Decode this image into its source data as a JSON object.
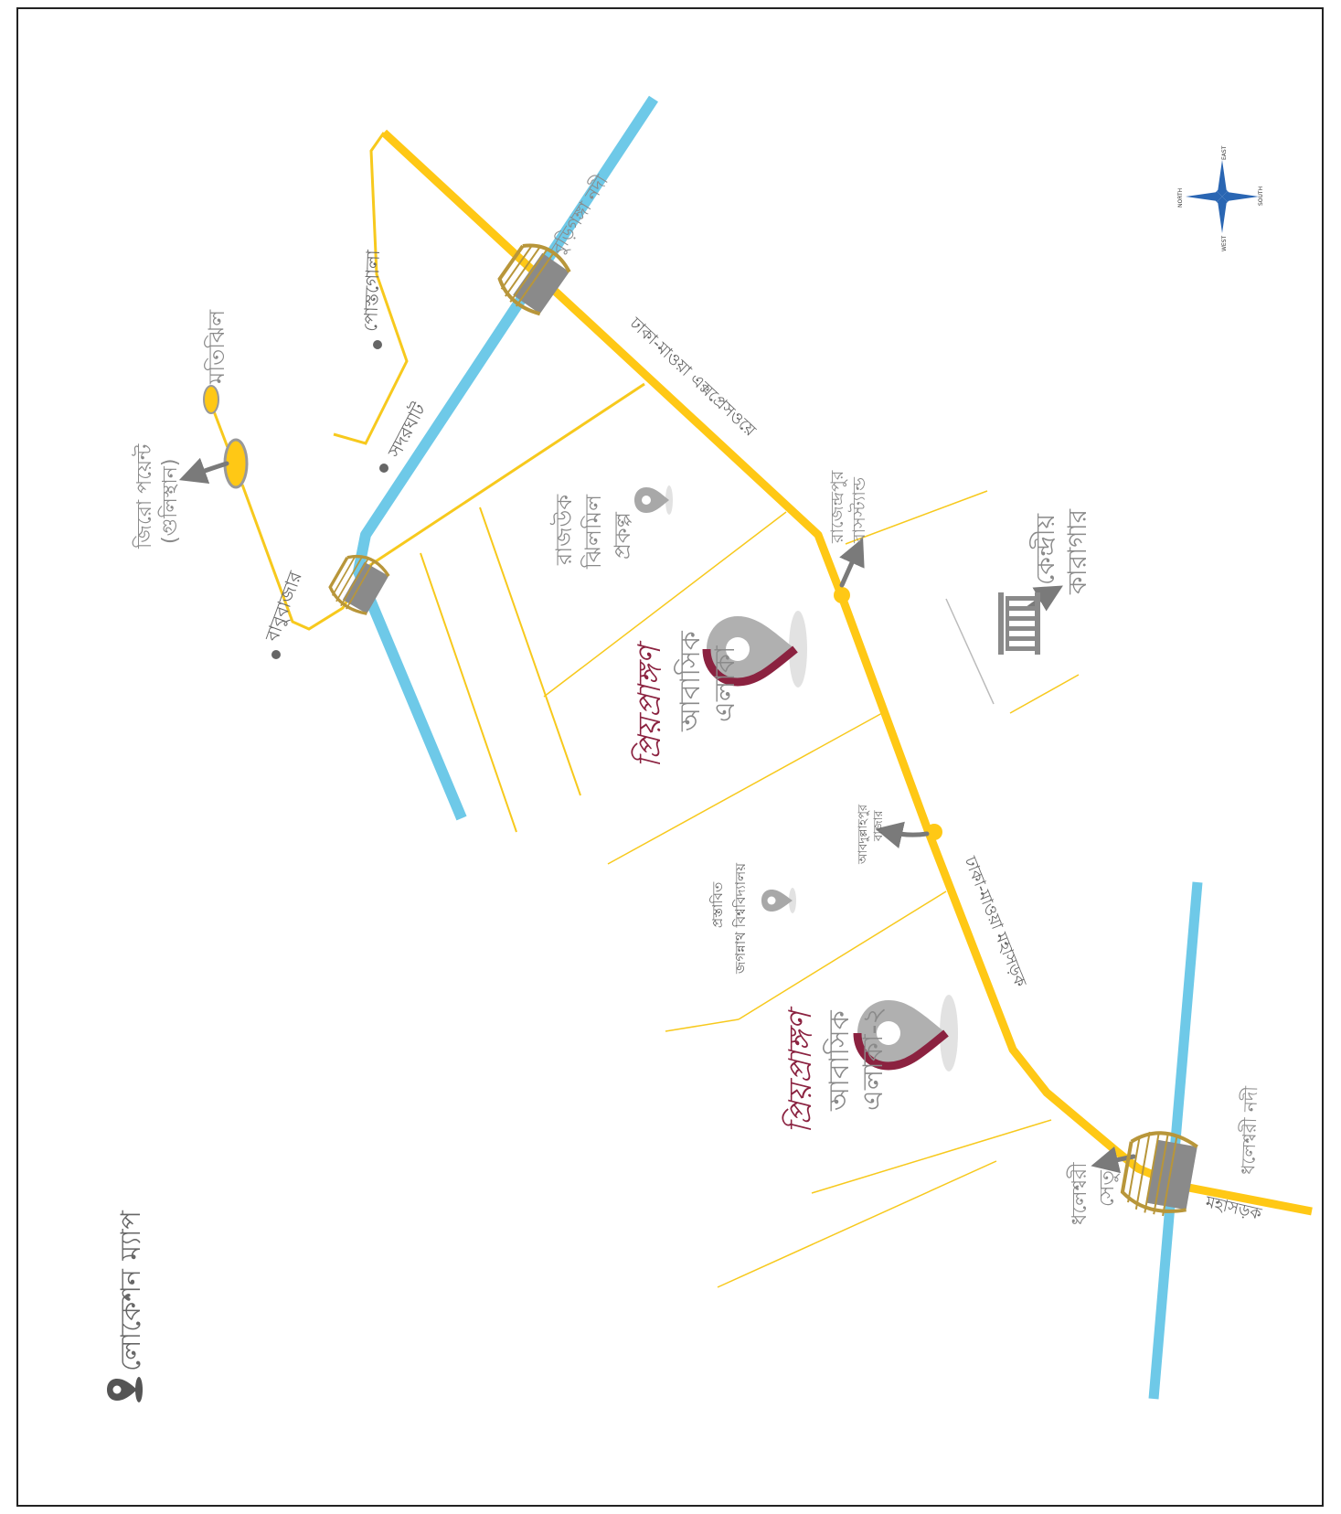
{
  "title": "লোকেশন ম্যাপ",
  "colors": {
    "road": "#ffc815",
    "road_thin": "#f7c91d",
    "river": "#6ec9e8",
    "label": "#8a8a8a",
    "brand": "#8b2240",
    "pin_gray": "#a8a8a8"
  },
  "rivers": {
    "buriganga": "বুড়িগঙ্গা নদী",
    "dhaleshwari": "ধলেশ্বরী নদী"
  },
  "roads": {
    "mawa_expressway": "ঢাকা-মাওয়া এক্সপ্রেসওয়ে",
    "dhaka_mawa_highway": "ঢাকা-মাওয়া মহাসড়ক",
    "highway": "মহাসড়ক"
  },
  "places": {
    "motijheel": "মতিঝিল",
    "zero_point_line1": "জিরো পয়েন্ট",
    "zero_point_line2": "(গুলিস্থান)",
    "babubazar": "বাবুবাজার",
    "sadarghat": "সদরঘাট",
    "postogola": "পোস্তগোলা",
    "rajuk_line1": "রাজউক",
    "rajuk_line2": "ঝিলমিল",
    "rajuk_line3": "প্রকল্প",
    "rajendrapur_line1": "রাজেন্দ্রপুর",
    "rajendrapur_line2": "বাসস্ট্যান্ড",
    "central_jail_line1": "কেন্দ্রীয়",
    "central_jail_line2": "কারাগার",
    "abdullahpur_line1": "আবদুল্লাহপুর",
    "abdullahpur_line2": "বাজার",
    "jagannath_line1": "প্রস্তাবিত",
    "jagannath_line2": "জগন্নাথ বিশ্ববিদ্যালয়",
    "dhaleshwari_bridge_line1": "ধলেশ্বরী",
    "dhaleshwari_bridge_line2": "সেতু"
  },
  "projects": {
    "brand": "প্রিয়প্রাঙ্গণ",
    "area1_line1": "আবাসিক",
    "area1_line2": "এলাকা",
    "area2_line1": "আবাসিক",
    "area2_line2": "এলাকা-২"
  },
  "compass": {
    "north": "NORTH",
    "east": "EAST",
    "south": "SOUTH",
    "west": "WEST"
  }
}
